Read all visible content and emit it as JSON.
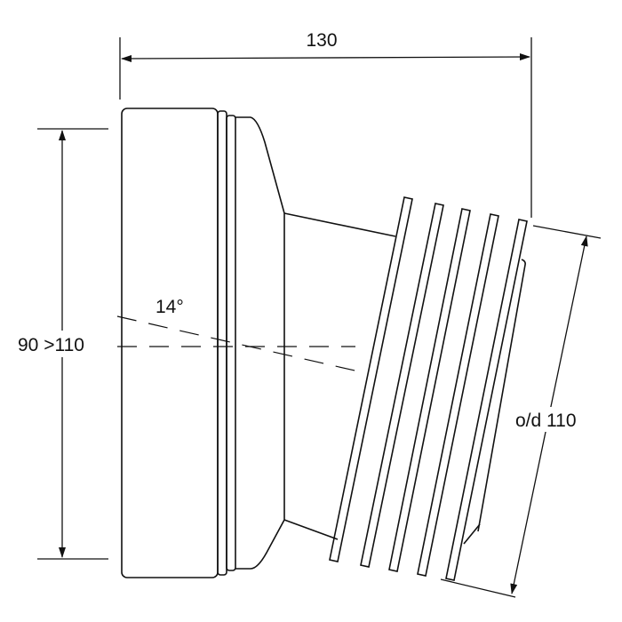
{
  "dimensions": {
    "length": "130",
    "inlet_diameter": "90 >110",
    "angle": "14°",
    "outlet_diameter": "o/d 110"
  },
  "colors": {
    "line": "#111111",
    "background": "#ffffff"
  }
}
